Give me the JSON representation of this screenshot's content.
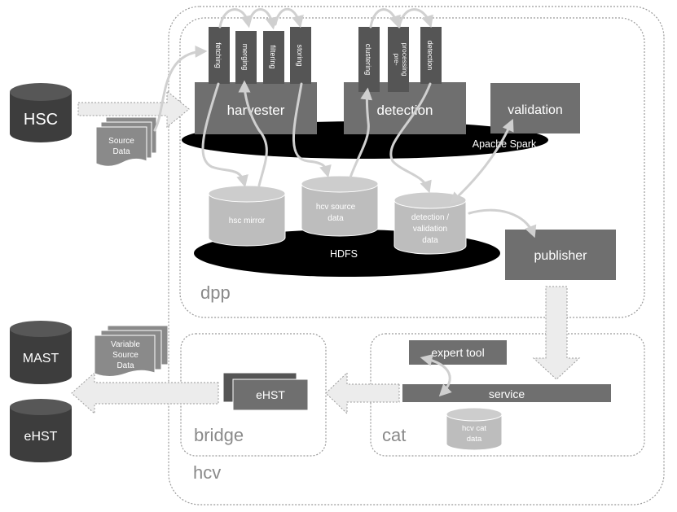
{
  "containers": {
    "hcv": "hcv",
    "dpp": "dpp",
    "bridge": "bridge",
    "cat": "cat"
  },
  "databases": {
    "hsc": "HSC",
    "mast": "MAST",
    "ehst": "eHST"
  },
  "documents": {
    "source_data": [
      "Source",
      "Data"
    ],
    "variable_source_data": [
      "Variable",
      "Source",
      "Data"
    ]
  },
  "modules": {
    "harvester": "harvester",
    "detection": "detection",
    "validation": "validation",
    "publisher": "publisher",
    "expert_tool": "expert tool",
    "service": "service",
    "ehst_bridge": "eHST"
  },
  "harvester_steps": [
    "fetching",
    "merging",
    "filtering",
    "storing"
  ],
  "detection_steps": [
    "clustering",
    [
      "pre-",
      "processing"
    ],
    "detection"
  ],
  "platforms": {
    "spark": "Apache Spark",
    "hdfs": "HDFS"
  },
  "stores": {
    "hsc_mirror": [
      "hsc mirror"
    ],
    "hcv_source_data": [
      "hcv source",
      "data"
    ],
    "detection_validation_data": [
      "detection /",
      "validation",
      "data"
    ],
    "hcv_cat_data": [
      "hcv cat",
      "data"
    ]
  },
  "colors": {
    "module": "#6f6f6f",
    "module_dark": "#555555",
    "cylinder": "#bdbdbd",
    "database": "#3d3d3d",
    "platform": "#000000",
    "arrow": "#d6d6d6",
    "container_border": "#9a9a9a",
    "container_label": "#8a8a8a"
  }
}
